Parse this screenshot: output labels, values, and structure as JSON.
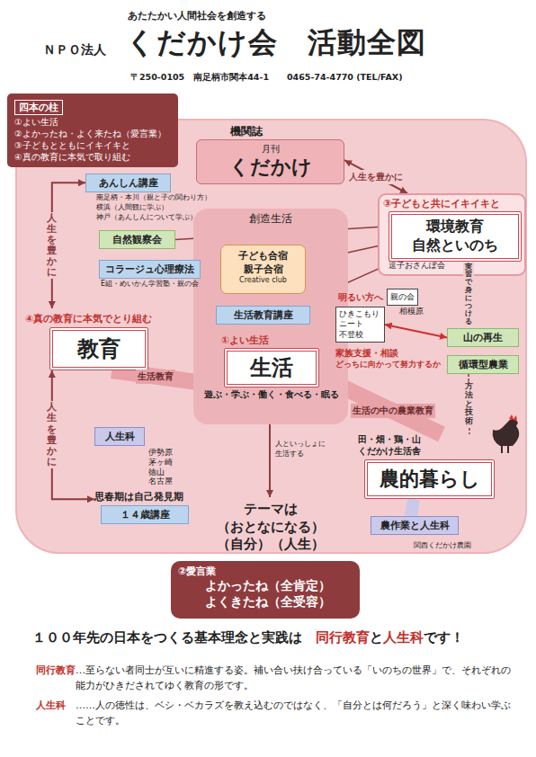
{
  "diagram": {
    "title": "くだかけ会　活動全図",
    "nodes": [
      {
        "text": [
          "四本の柱",
          "①よい生活",
          "②よかったね・よく来たね（愛言業）",
          "③子どもとともにイキイキと",
          "④真の教育に本気で取り組む"
        ]
      },
      {
        "text": [
          "機関誌",
          "月刊",
          "くだかけ"
        ]
      },
      {
        "text": [
          "③子どもと共にイキイキと",
          "逗子おさんぽ会"
        ]
      },
      {
        "text": [
          "環境教育 自然といのち"
        ],
        "in": 2
      },
      {
        "text": [
          "創造生活"
        ]
      },
      {
        "text": [
          "子ども合宿",
          "親子合宿",
          "Creative club"
        ],
        "in": 4
      },
      {
        "text": [
          "生活教育講座"
        ],
        "in": 4
      },
      {
        "text": [
          "①よい生活",
          "生活",
          "遊ぶ・学ぶ・働く・食べる・眠る"
        ],
        "in": 4
      },
      {
        "text": [
          "あんしん講座",
          "南足柄・本川（親と子の関わり方）",
          "横浜（人間観に学ぶ）",
          "神戸（あんしんについて学ぶ）"
        ]
      },
      {
        "text": [
          "自然観察会"
        ]
      },
      {
        "text": [
          "コラージュ心理療法",
          "E組・めいかん学習塾・親の会"
        ]
      },
      {
        "text": [
          "④真の教育に本気でとり組む",
          "教育"
        ]
      },
      {
        "text": [
          "ひきこもり ニート 不登校"
        ]
      },
      {
        "text": [
          "親の会",
          "相模原"
        ]
      },
      {
        "text": [
          "山の再生"
        ]
      },
      {
        "text": [
          "循環型農業"
        ]
      },
      {
        "text": [
          "人生科",
          "伊勢原 茅ヶ崎 徳山 名古屋"
        ]
      },
      {
        "text": [
          "思春期は自己発見期",
          "１４歳講座"
        ]
      },
      {
        "text": [
          "田・畑・鶏・山",
          "くだかけ生活舎",
          "農的暮らし"
        ]
      },
      {
        "text": [
          "農作業と人生科",
          "関西くだかけ農園"
        ]
      },
      {
        "text": [
          "②愛言業",
          "よかったね（全肯定）",
          "よくきたね（全受容）"
        ]
      }
    ],
    "edges": [
      {
        "from": 1,
        "to": 2,
        "label": "人生を豊かに",
        "arrow": "both"
      },
      {
        "from": 8,
        "to": 11,
        "label": "人生を豊かに",
        "arrow": "both"
      },
      {
        "from": 11,
        "to": 17,
        "label": "人生を豊かに",
        "arrow": "both"
      },
      {
        "from": 3,
        "to": 14,
        "label": "実習で身につける",
        "arrow": "none"
      },
      {
        "from": 15,
        "to": 18,
        "label": "方法と技術",
        "arrow": "none"
      },
      {
        "from": 9,
        "to": 3,
        "arrow": "none"
      },
      {
        "from": 5,
        "to": 3,
        "arrow": "none"
      },
      {
        "from": 6,
        "to": 3,
        "arrow": "none"
      },
      {
        "from": 6,
        "to": 12,
        "arrow": "to"
      },
      {
        "from": 12,
        "to": 14,
        "arrow": "both"
      },
      {
        "from": 11,
        "to": 7,
        "label": "生活教育",
        "arrow": "none"
      },
      {
        "from": 7,
        "to": 18,
        "label": "生活の中の農業教育",
        "arrow": "none"
      },
      {
        "from": 18,
        "to": 19,
        "arrow": "none"
      }
    ],
    "labels": [
      "あたたかい人間社会を創造する",
      "ＮＰＯ法人",
      "〒250-0105　南足柄市関本44-1　　0465-74-4770 (TEL/FAX)",
      "明るい方へ",
      "家族支援・相談",
      "どっちに向かって努力するか",
      "人といっしょに 生活する",
      "テーマは （おとなになる） （自分）（人生）",
      "１００年先の日本をつくる基本理念と実践は",
      "同行教育",
      "と",
      "人生科",
      "です！",
      "同行教育",
      "…至らない者同士が互いに精進する姿。補い合い扶け合っている「いのちの世界」で、それぞれの能力がひきだされてゆく教育の形です。",
      "人生科",
      "……人の徳性は、ベシ・ベカラズを教え込むのではなく、「自分とは何だろう」と深く味わい学ぶことです。"
    ]
  }
}
